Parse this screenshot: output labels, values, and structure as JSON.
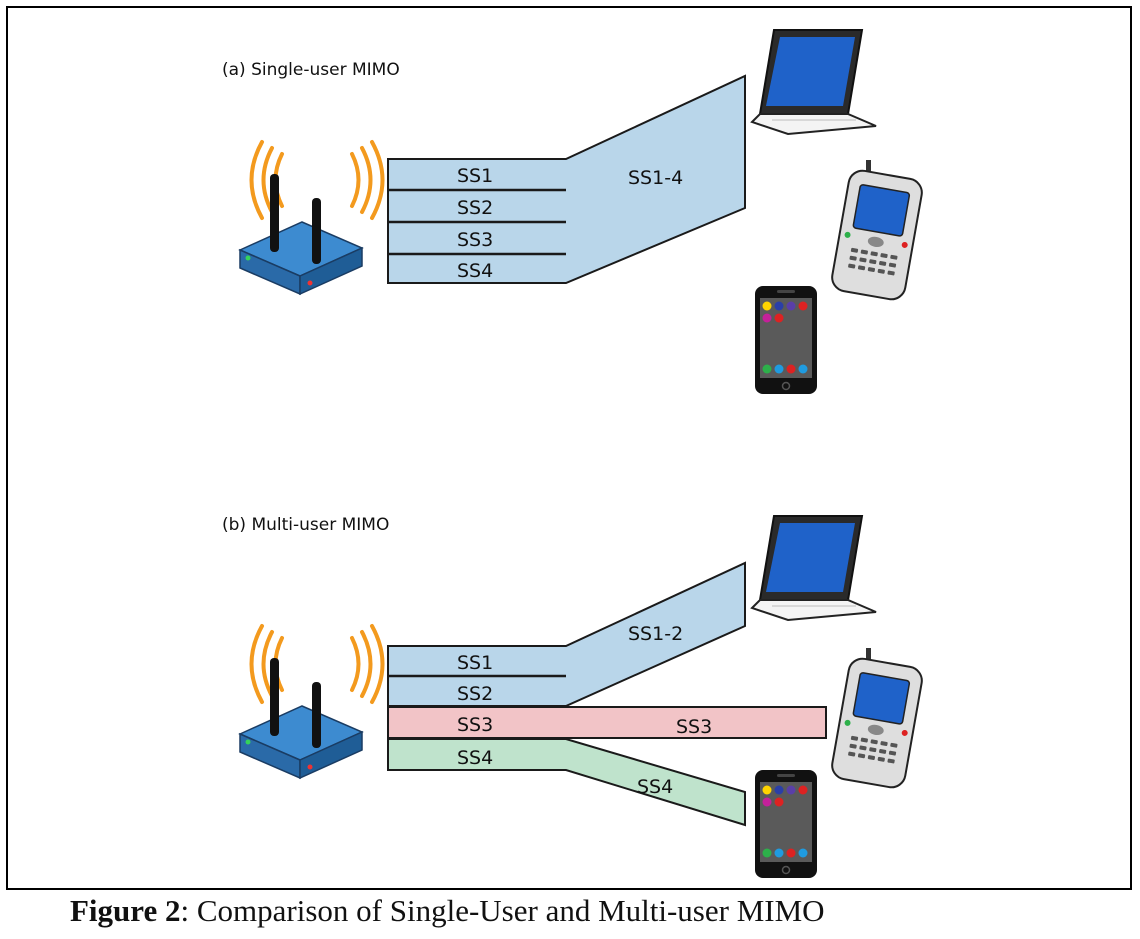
{
  "panel_a": {
    "title": "(a) Single-user MIMO",
    "streams": [
      "SS1",
      "SS2",
      "SS3",
      "SS4"
    ],
    "combined_label": "SS1-4"
  },
  "panel_b": {
    "title": "(b) Multi-user MIMO",
    "streams": [
      "SS1",
      "SS2",
      "SS3",
      "SS4"
    ],
    "beam_labels": [
      "SS1-2",
      "SS3",
      "SS4"
    ]
  },
  "colors": {
    "blue_beam": "#b9d6ea",
    "red_beam": "#f2c4c7",
    "green_beam": "#bfe3cc",
    "router_blue": "#2e7cc0",
    "signal_orange": "#f39a1e"
  },
  "icons": [
    "router-icon",
    "signal-waves-icon",
    "laptop-icon",
    "pda-phone-icon",
    "smartphone-icon"
  ],
  "caption": {
    "prefix": "Figure 2",
    "text": ": Comparison of Single-User and Multi-user MIMO"
  }
}
